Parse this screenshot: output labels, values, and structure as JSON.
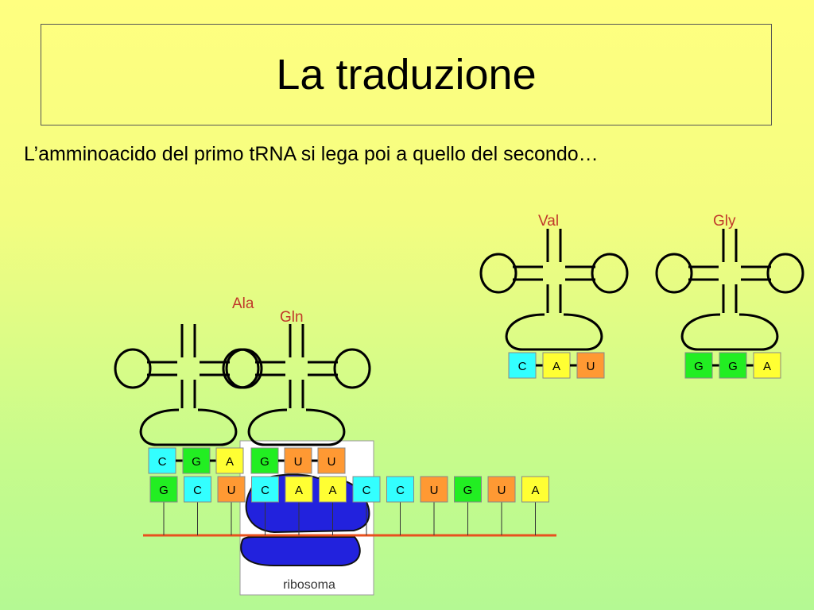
{
  "title": "La traduzione",
  "subtitle": "L’amminoacido del primo tRNA si lega poi a quello del secondo…",
  "colors": {
    "C": "#33ffff",
    "G": "#22ee22",
    "A": "#ffff33",
    "U": "#ff9933",
    "accent_red": "#c0392b",
    "mrna_line": "#e8501e",
    "ribosome": "#2222dd"
  },
  "ribosome_label": "ribosoma",
  "trnas": [
    {
      "amino_acid": "Ala",
      "anticodon": [
        "C",
        "G",
        "A"
      ]
    },
    {
      "amino_acid": "Gln",
      "anticodon": [
        "G",
        "U",
        "U"
      ]
    },
    {
      "amino_acid": "Val",
      "anticodon": [
        "C",
        "A",
        "U"
      ]
    },
    {
      "amino_acid": "Gly",
      "anticodon": [
        "G",
        "G",
        "A"
      ]
    }
  ],
  "mrna": [
    "G",
    "C",
    "U",
    "C",
    "A",
    "A",
    "C",
    "C",
    "U",
    "G",
    "U",
    "A"
  ]
}
